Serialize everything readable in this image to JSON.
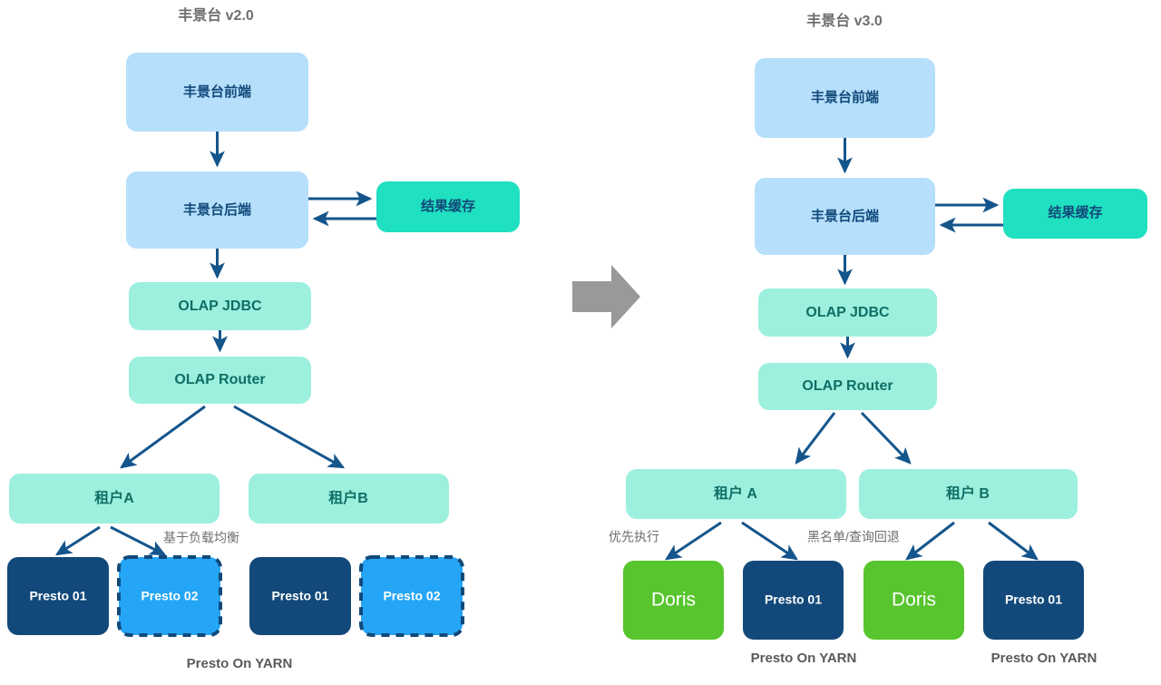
{
  "diagram": {
    "background": "#ffffff",
    "transition_arrow": {
      "icon": "right-arrow-icon",
      "color": "#999999"
    },
    "palette": {
      "box_blue_light": "#b5dffb",
      "box_teal_bright": "#1fe0c0",
      "box_aqua": "#9cf0dd",
      "box_navy": "#12497a",
      "box_blue_bright": "#25a5f5",
      "box_green": "#57c52d",
      "arrow": "#14558c",
      "title_gray": "#6e6e6e",
      "text_navy": "#12497a",
      "text_teal": "#0f6e66"
    },
    "panels": [
      {
        "id": "v2",
        "title": "丰景台 v2.0",
        "nodes": [
          {
            "id": "frontend",
            "label": "丰景台前端",
            "style": "blue-light"
          },
          {
            "id": "backend",
            "label": "丰景台后端",
            "style": "blue-light"
          },
          {
            "id": "cache",
            "label": "结果缓存",
            "style": "teal-bright"
          },
          {
            "id": "jdbc",
            "label": "OLAP JDBC",
            "style": "aqua"
          },
          {
            "id": "router",
            "label": "OLAP Router",
            "style": "aqua"
          },
          {
            "id": "tenant_a",
            "label": "租户A",
            "style": "aqua"
          },
          {
            "id": "tenant_b",
            "label": "租户B",
            "style": "aqua"
          },
          {
            "id": "a_presto01",
            "label": "Presto 01",
            "style": "navy"
          },
          {
            "id": "a_presto02",
            "label": "Presto 02",
            "style": "blue-bright-dashed"
          },
          {
            "id": "b_presto01",
            "label": "Presto 01",
            "style": "navy"
          },
          {
            "id": "b_presto02",
            "label": "Presto 02",
            "style": "blue-bright-dashed"
          }
        ],
        "edge_labels": [
          {
            "id": "load_balance",
            "text": "基于负载均衡"
          }
        ],
        "footers": [
          {
            "id": "presto_on_yarn",
            "text": "Presto On YARN"
          }
        ]
      },
      {
        "id": "v3",
        "title": "丰景台 v3.0",
        "nodes": [
          {
            "id": "frontend",
            "label": "丰景台前端",
            "style": "blue-light"
          },
          {
            "id": "backend",
            "label": "丰景台后端",
            "style": "blue-light"
          },
          {
            "id": "cache",
            "label": "结果缓存",
            "style": "teal-bright"
          },
          {
            "id": "jdbc",
            "label": "OLAP JDBC",
            "style": "aqua"
          },
          {
            "id": "router",
            "label": "OLAP Router",
            "style": "aqua"
          },
          {
            "id": "tenant_a",
            "label": "租户 A",
            "style": "aqua"
          },
          {
            "id": "tenant_b",
            "label": "租户 B",
            "style": "aqua"
          },
          {
            "id": "a_doris",
            "label": "Doris",
            "style": "green"
          },
          {
            "id": "a_presto01",
            "label": "Presto 01",
            "style": "navy"
          },
          {
            "id": "b_doris",
            "label": "Doris",
            "style": "green"
          },
          {
            "id": "b_presto01",
            "label": "Presto 01",
            "style": "navy"
          }
        ],
        "edge_labels": [
          {
            "id": "priority_exec",
            "text": "优先执行"
          },
          {
            "id": "blacklist_fallback",
            "text": "黑名单/查询回退"
          }
        ],
        "footers": [
          {
            "id": "presto_on_yarn_a",
            "text": "Presto On YARN"
          },
          {
            "id": "presto_on_yarn_b",
            "text": "Presto On YARN"
          }
        ]
      }
    ]
  }
}
